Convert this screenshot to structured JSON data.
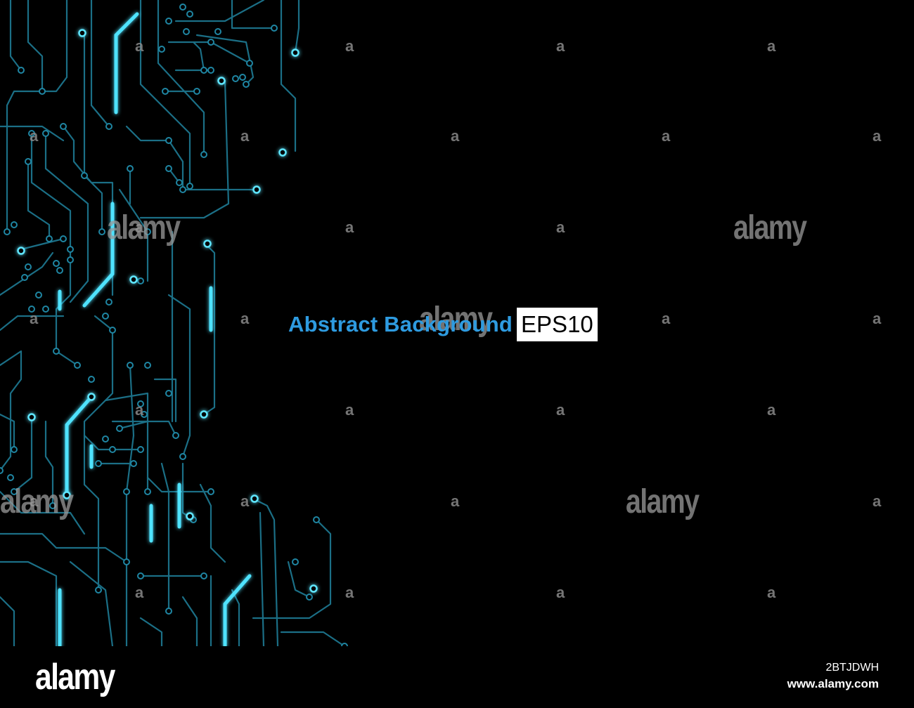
{
  "image": {
    "headline": "Abstract Background",
    "badge": "EPS10",
    "colors": {
      "background": "#000000",
      "trace": "#1b7f9a",
      "trace_glow": "#33d6ff",
      "headline": "#2e9be0",
      "watermark": "#9a9a9a"
    }
  },
  "watermark": {
    "letter": "a",
    "word": "alamy"
  },
  "footer": {
    "logo": "alamy",
    "image_id": "2BTJDWH",
    "url": "www.alamy.com"
  }
}
